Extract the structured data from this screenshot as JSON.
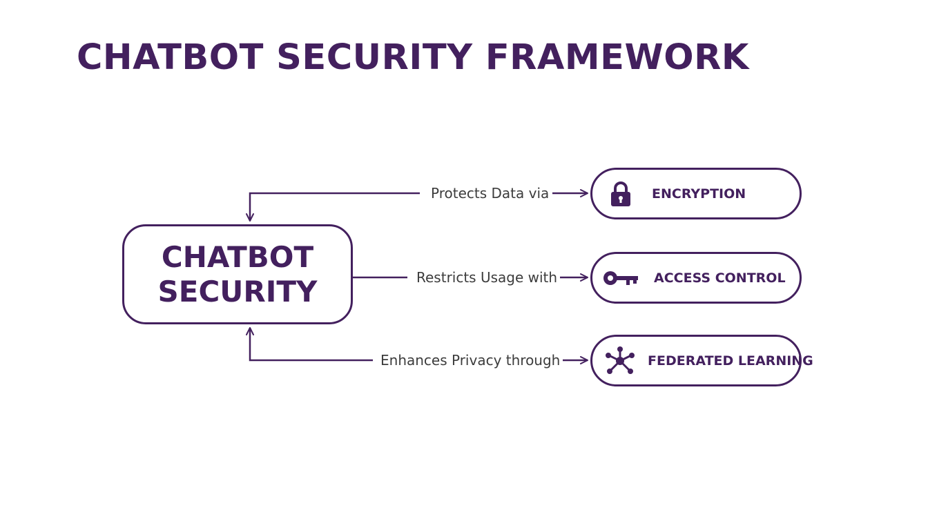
{
  "title": "CHATBOT SECURITY FRAMEWORK",
  "central_node": {
    "lines": [
      "CHATBOT",
      "SECURITY"
    ]
  },
  "relations": [
    {
      "label": "Protects Data via",
      "target": "ENCRYPTION",
      "icon": "lock-icon"
    },
    {
      "label": "Restricts Usage with",
      "target": "ACCESS CONTROL",
      "icon": "key-icon"
    },
    {
      "label": "Enhances Privacy through",
      "target": "FEDERATED LEARNING",
      "icon": "network-hub-icon"
    }
  ],
  "colors": {
    "primary": "#43205e",
    "text": "#3c3c3c",
    "background": "#ffffff"
  }
}
